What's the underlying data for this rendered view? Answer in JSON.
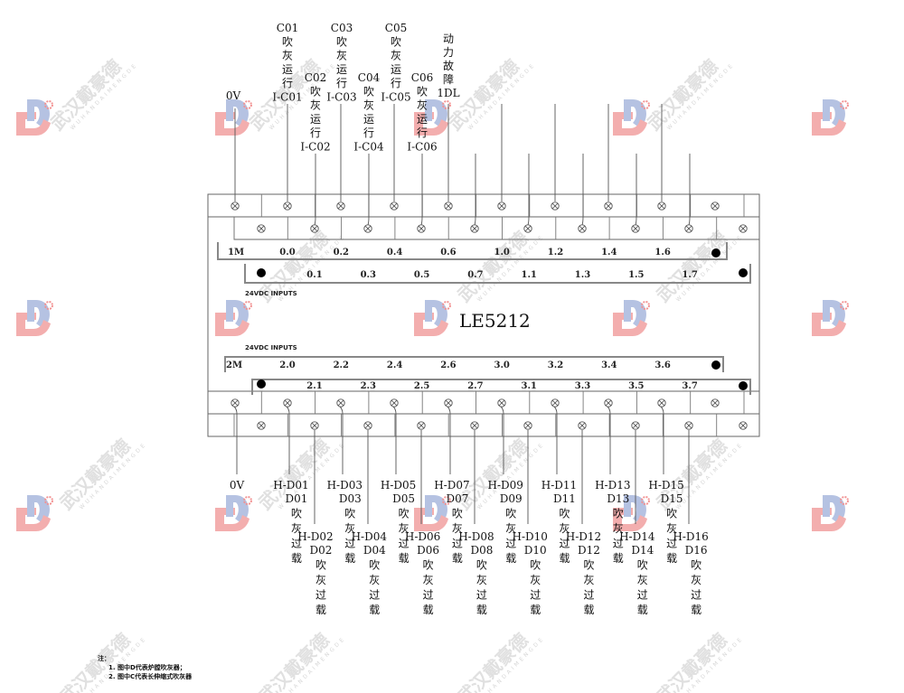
{
  "module": {
    "model": "LE5212",
    "input_group_1_title": "24VDC  INPUTS",
    "input_group_2_title": "24VDC  INPUTS"
  },
  "top_block": {
    "row_upper_labels": [
      "1M",
      "0.0",
      "0.2",
      "0.4",
      "0.6",
      "1.0",
      "1.2",
      "1.4",
      "1.6"
    ],
    "row_lower_labels": [
      "0.1",
      "0.3",
      "0.5",
      "0.7",
      "1.1",
      "1.3",
      "1.5",
      "1.7"
    ]
  },
  "bottom_block": {
    "row_upper_labels": [
      "2M",
      "2.0",
      "2.2",
      "2.4",
      "2.6",
      "3.0",
      "3.2",
      "3.4",
      "3.6"
    ],
    "row_lower_labels": [
      "2.1",
      "2.3",
      "2.5",
      "2.7",
      "3.1",
      "3.3",
      "3.5",
      "3.7"
    ]
  },
  "top_signals": [
    {
      "id": "0V",
      "lines": [
        "0V"
      ]
    },
    {
      "id": "C01",
      "lines": [
        "C01",
        "吹",
        "灰",
        "运",
        "行",
        "I-C01"
      ]
    },
    {
      "id": "C02",
      "lines": [
        "C02",
        "吹",
        "灰",
        "运",
        "行",
        "I-C02"
      ]
    },
    {
      "id": "C03",
      "lines": [
        "C03",
        "吹",
        "灰",
        "运",
        "行",
        "I-C03"
      ]
    },
    {
      "id": "C04",
      "lines": [
        "C04",
        "吹",
        "灰",
        "运",
        "行",
        "I-C04"
      ]
    },
    {
      "id": "C05",
      "lines": [
        "C05",
        "吹",
        "灰",
        "运",
        "行",
        "I-C05"
      ]
    },
    {
      "id": "C06",
      "lines": [
        "C06",
        "吹",
        "灰",
        "运",
        "行",
        "I-C06"
      ]
    },
    {
      "id": "1DL",
      "lines": [
        "动",
        "力",
        "故",
        "障",
        "1DL"
      ]
    }
  ],
  "bottom_signals": [
    {
      "id": "0V",
      "lines": [
        "0V"
      ]
    },
    {
      "id": "H-D01",
      "lines": [
        "H-D01",
        "D01",
        "吹",
        "灰",
        "过",
        "载"
      ]
    },
    {
      "id": "H-D02",
      "lines": [
        "H-D02",
        "D02",
        "吹",
        "灰",
        "过",
        "载"
      ]
    },
    {
      "id": "H-D03",
      "lines": [
        "H-D03",
        "D03",
        "吹",
        "灰",
        "过",
        "载"
      ]
    },
    {
      "id": "H-D04",
      "lines": [
        "H-D04",
        "D04",
        "吹",
        "灰",
        "过",
        "载"
      ]
    },
    {
      "id": "H-D05",
      "lines": [
        "H-D05",
        "D05",
        "吹",
        "灰",
        "过",
        "载"
      ]
    },
    {
      "id": "H-D06",
      "lines": [
        "H-D06",
        "D06",
        "吹",
        "灰",
        "过",
        "载"
      ]
    },
    {
      "id": "H-D07",
      "lines": [
        "H-D07",
        "D07",
        "吹",
        "灰",
        "过",
        "载"
      ]
    },
    {
      "id": "H-D08",
      "lines": [
        "H-D08",
        "D08",
        "吹",
        "灰",
        "过",
        "载"
      ]
    },
    {
      "id": "H-D09",
      "lines": [
        "H-D09",
        "D09",
        "吹",
        "灰",
        "过",
        "载"
      ]
    },
    {
      "id": "H-D10",
      "lines": [
        "H-D10",
        "D10",
        "吹",
        "灰",
        "过",
        "载"
      ]
    },
    {
      "id": "H-D11",
      "lines": [
        "H-D11",
        "D11",
        "吹",
        "灰",
        "过",
        "载"
      ]
    },
    {
      "id": "H-D12",
      "lines": [
        "H-D12",
        "D12",
        "吹",
        "灰",
        "过",
        "载"
      ]
    },
    {
      "id": "H-D13",
      "lines": [
        "H-D13",
        "D13",
        "吹",
        "灰",
        "过",
        "载"
      ]
    },
    {
      "id": "H-D14",
      "lines": [
        "H-D14",
        "D14",
        "吹",
        "灰",
        "过",
        "载"
      ]
    },
    {
      "id": "H-D15",
      "lines": [
        "H-D15",
        "D15",
        "吹",
        "灰",
        "过",
        "载"
      ]
    },
    {
      "id": "H-D16",
      "lines": [
        "H-D16",
        "D16",
        "吹",
        "灰",
        "过",
        "载"
      ]
    }
  ],
  "notes": {
    "title": "注：",
    "items": [
      "1. 图中D代表炉膛吹灰器；",
      "2. 图中C代表长伸缩式吹灰器"
    ]
  },
  "watermark": {
    "text": "武汉戴豪德",
    "subtext": "WUHANDAIMENGDE"
  },
  "colors": {
    "line": "#555555",
    "logo_red": "#f2a0a0",
    "logo_blue": "#a9b8de"
  }
}
